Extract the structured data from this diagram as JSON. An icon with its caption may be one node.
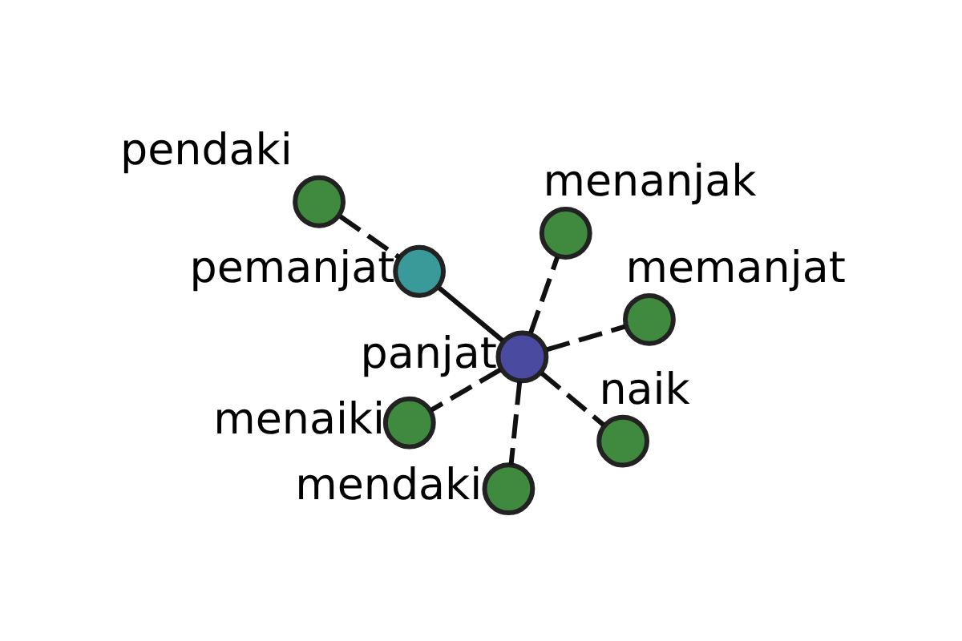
{
  "diagram": {
    "nodes": [
      {
        "text": [
          "pendaki"
        ]
      },
      {
        "text": [
          "pemanjat"
        ]
      },
      {
        "text": [
          "panjat"
        ]
      },
      {
        "text": [
          "menanjak"
        ]
      },
      {
        "text": [
          "memanjat"
        ]
      },
      {
        "text": [
          "menaiki"
        ]
      },
      {
        "text": [
          "mendaki"
        ]
      },
      {
        "text": [
          "naik"
        ]
      }
    ],
    "edges": [
      {
        "from": 0,
        "to": 1,
        "arrow": "none",
        "style": "dashed"
      },
      {
        "from": 1,
        "to": 2,
        "arrow": "none"
      },
      {
        "from": 2,
        "to": 3,
        "arrow": "none",
        "style": "dashed"
      },
      {
        "from": 2,
        "to": 4,
        "arrow": "none",
        "style": "dashed"
      },
      {
        "from": 2,
        "to": 5,
        "arrow": "none",
        "style": "dashed"
      },
      {
        "from": 2,
        "to": 6,
        "arrow": "none",
        "style": "dashed"
      },
      {
        "from": 2,
        "to": 7,
        "arrow": "none",
        "style": "dashed"
      }
    ]
  }
}
